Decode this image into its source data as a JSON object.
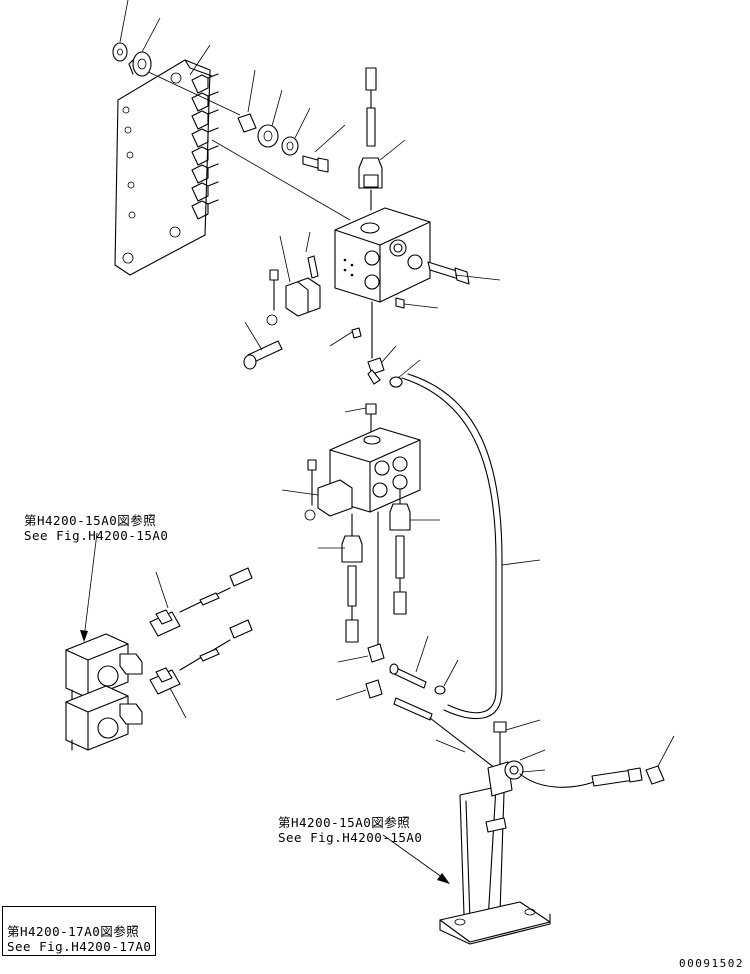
{
  "notes": [
    {
      "id": "ref-h4200-15a0-left",
      "jp": "第H4200-15A0図参照",
      "en": "See Fig.H4200-15A0"
    },
    {
      "id": "ref-h4200-15a0-bottom",
      "jp": "第H4200-15A0図参照",
      "en": "See Fig.H4200-15A0"
    },
    {
      "id": "ref-h4200-17a0",
      "jp": "第H4200-17A0図参照",
      "en": "See Fig.H4200-17A0"
    }
  ],
  "drawing_code": "00091502"
}
